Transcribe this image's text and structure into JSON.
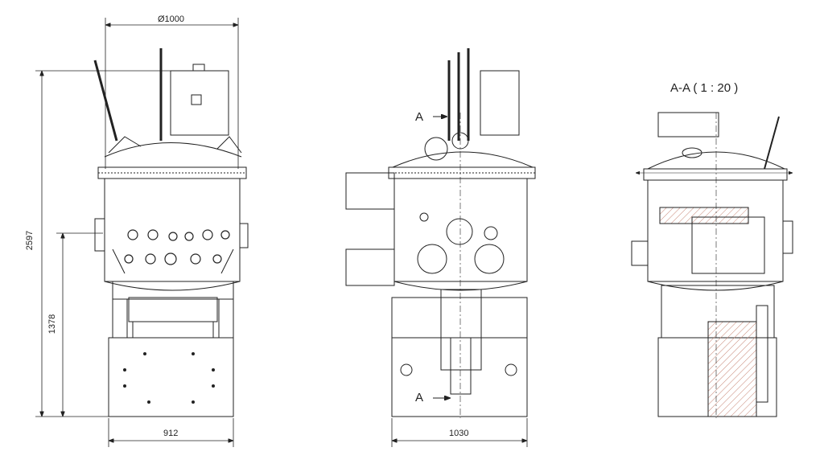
{
  "dimensions": {
    "diameter": "Ø1000",
    "total_height": "2597",
    "flange_height": "1378",
    "front_width": "912",
    "side_width": "1030"
  },
  "section_marks": {
    "top": "A",
    "bottom": "A"
  },
  "section_title": "A-A ( 1 : 20 )",
  "colors": {
    "line": "#222222",
    "hatch": "#c98a7a"
  }
}
